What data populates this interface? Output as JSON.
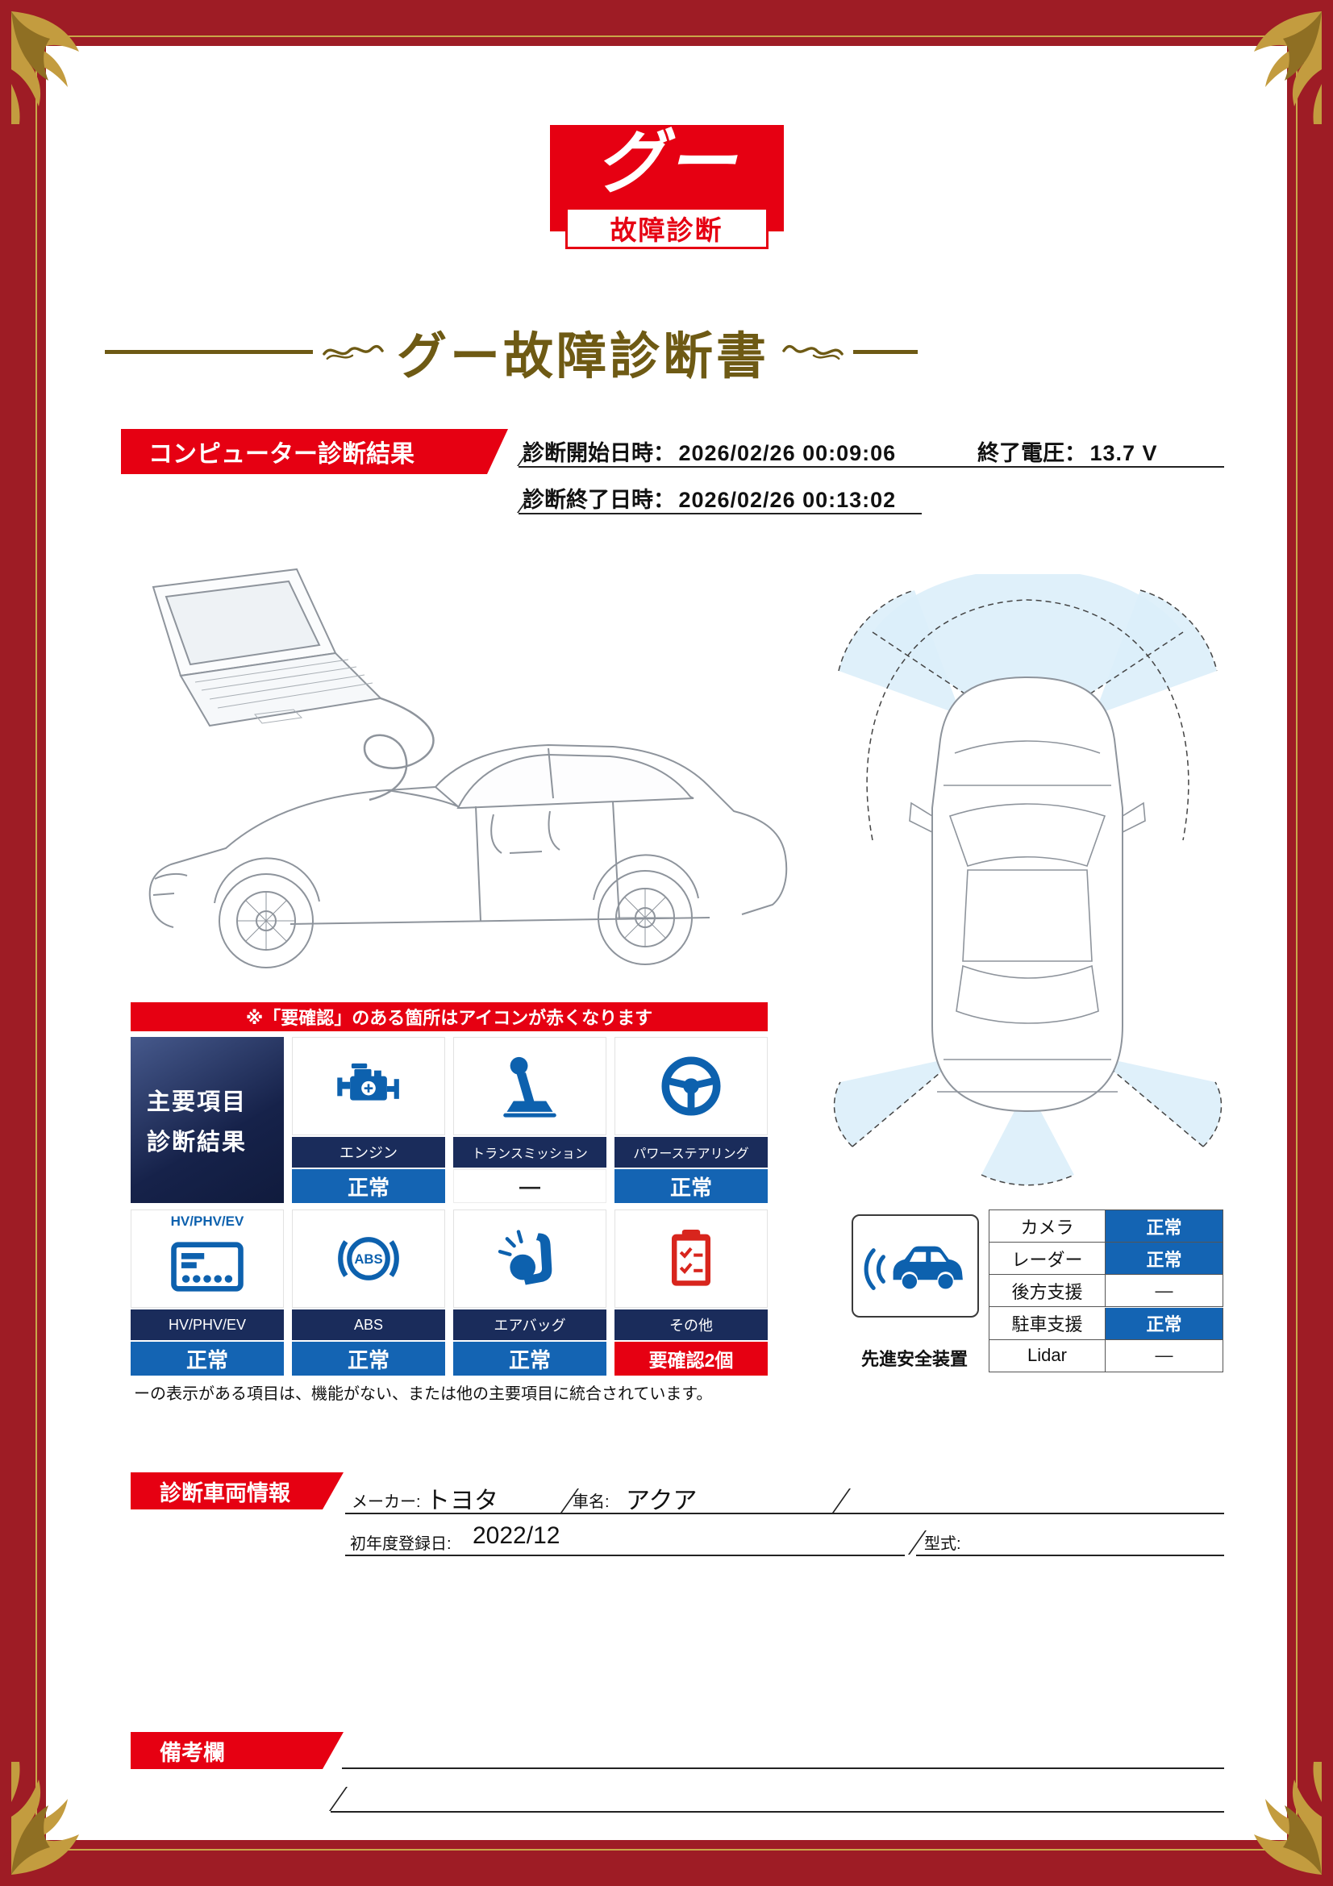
{
  "logo": {
    "brand": "グー",
    "subtitle": "故障診断"
  },
  "title": "グー故障診断書",
  "computer_diagnosis": {
    "section_title": "コンピューター診断結果",
    "start_label": "診断開始日時：",
    "start_datetime": "2026/02/26 00:09:06",
    "end_voltage_label": "終了電圧：",
    "end_voltage": "13.7 V",
    "end_label": "診断終了日時：",
    "end_datetime": "2026/02/26 00:13:02"
  },
  "alert_note": "※「要確認」のある箇所はアイコンが赤くなります",
  "main_results": {
    "header_line1": "主要項目",
    "header_line2": "診断結果",
    "items": [
      {
        "name": "エンジン",
        "status": "正常",
        "state": "ok"
      },
      {
        "name": "トランスミッション",
        "status": "—",
        "state": "none"
      },
      {
        "name": "パワーステアリング",
        "status": "正常",
        "state": "ok"
      },
      {
        "name": "HV/PHV/EV",
        "icon_label": "HV/PHV/EV",
        "status": "正常",
        "state": "ok"
      },
      {
        "name": "ABS",
        "status": "正常",
        "state": "ok"
      },
      {
        "name": "エアバッグ",
        "status": "正常",
        "state": "ok"
      },
      {
        "name": "その他",
        "status": "要確認2個",
        "state": "alert"
      }
    ],
    "footnote": "ーの表示がある項目は、機能がない、または他の主要項目に統合されています。"
  },
  "safety_systems": {
    "label": "先進安全装置",
    "rows": [
      {
        "name": "カメラ",
        "status": "正常",
        "state": "ok"
      },
      {
        "name": "レーダー",
        "status": "正常",
        "state": "ok"
      },
      {
        "name": "後方支援",
        "status": "—",
        "state": "none"
      },
      {
        "name": "駐車支援",
        "status": "正常",
        "state": "ok"
      },
      {
        "name": "Lidar",
        "status": "—",
        "state": "none"
      }
    ]
  },
  "vehicle_info": {
    "section_title": "診断車両情報",
    "maker_label": "メーカー:",
    "maker": "トヨタ",
    "car_name_label": "車名:",
    "car_name": "アクア",
    "first_registration_label": "初年度登録日:",
    "first_registration": "2022/12",
    "model_label": "型式:",
    "model": ""
  },
  "remarks": {
    "section_title": "備考欄"
  },
  "colors": {
    "frame_red": "#9e1c25",
    "accent_red": "#e60012",
    "status_blue": "#1464b3",
    "navy": "#1a2c5b",
    "gold": "#c9a749",
    "title_gold": "#6e5a14"
  }
}
